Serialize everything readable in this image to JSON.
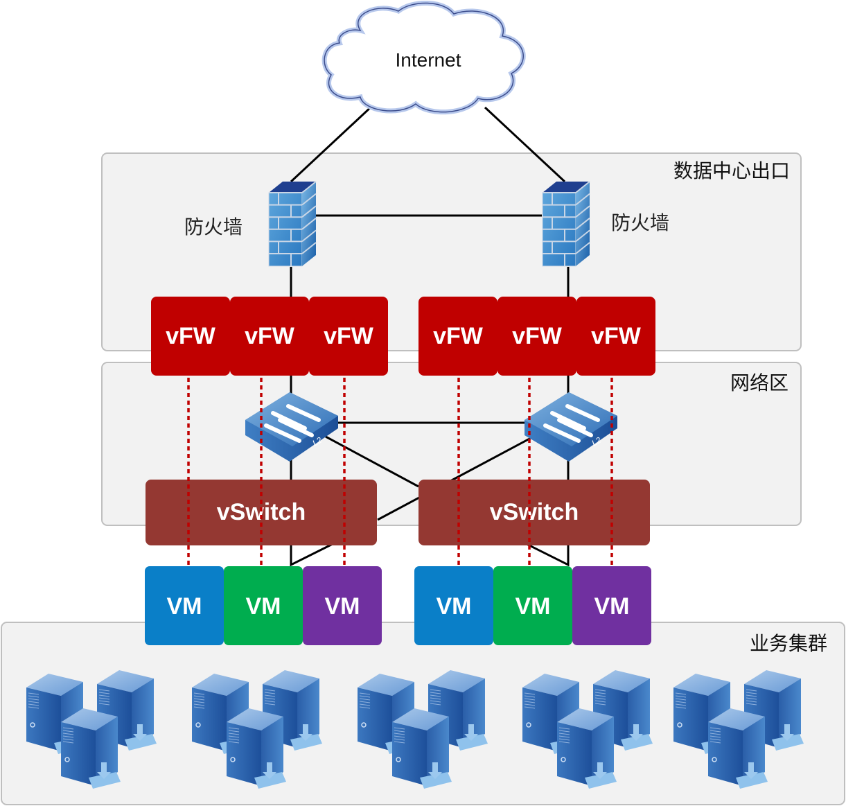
{
  "internet": {
    "label": "Internet"
  },
  "zones": {
    "exit": "数据中心出口",
    "network": "网络区",
    "cluster": "业务集群"
  },
  "firewalls": [
    {
      "label": "防火墙"
    },
    {
      "label": "防火墙"
    }
  ],
  "vfw_groups": [
    [
      "vFW",
      "vFW",
      "vFW"
    ],
    [
      "vFW",
      "vFW",
      "vFW"
    ]
  ],
  "switches": [
    {
      "tag": "L2"
    },
    {
      "tag": "L2"
    }
  ],
  "vswitches": [
    {
      "label": "vSwitch"
    },
    {
      "label": "vSwitch"
    }
  ],
  "vm_groups": [
    [
      {
        "label": "VM",
        "color": "#0a7fc8"
      },
      {
        "label": "VM",
        "color": "#00ad4f"
      },
      {
        "label": "VM",
        "color": "#7030a0"
      }
    ],
    [
      {
        "label": "VM",
        "color": "#0a7fc8"
      },
      {
        "label": "VM",
        "color": "#00ad4f"
      },
      {
        "label": "VM",
        "color": "#7030a0"
      }
    ]
  ],
  "server_clusters": 5,
  "colors": {
    "vfw": "#c00000",
    "vswitch": "#943832",
    "zone_fill": "#f2f2f2",
    "zone_border": "#bfbfbf",
    "dotted_link": "#c00000",
    "link": "#000000"
  }
}
